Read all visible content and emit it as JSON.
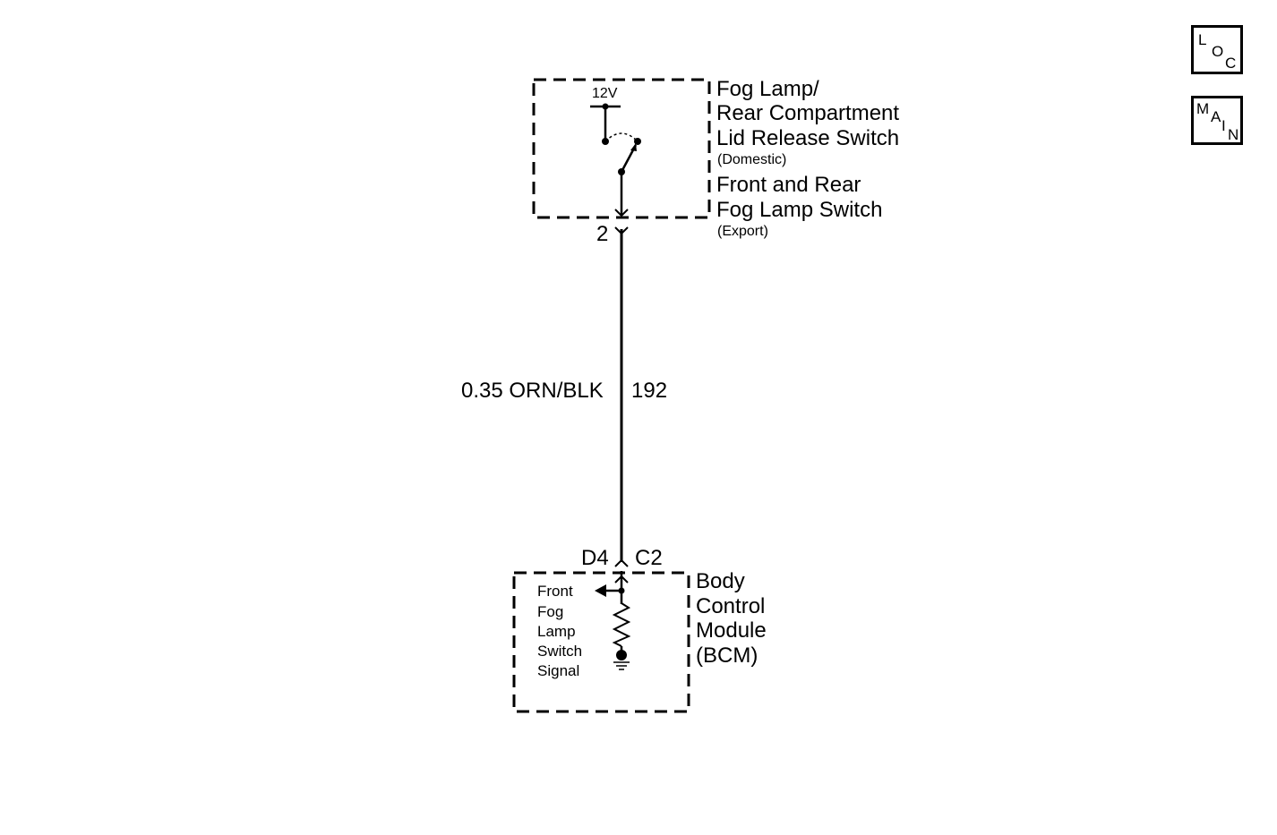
{
  "top_switch": {
    "voltage": "12V",
    "name_line1": "Fog Lamp/",
    "name_line2": "Rear Compartment",
    "name_line3": "Lid Release Switch",
    "variant1": "(Domestic)",
    "name_line4": "Front and Rear",
    "name_line5": "Fog Lamp Switch",
    "variant2": "(Export)",
    "pin": "2"
  },
  "wire": {
    "spec": "0.35 ORN/BLK",
    "circuit": "192"
  },
  "bcm": {
    "pin": "D4",
    "connector": "C2",
    "name_line1": "Body",
    "name_line2": "Control",
    "name_line3": "Module",
    "name_line4": "(BCM)",
    "signal_line1": "Front",
    "signal_line2": "Fog",
    "signal_line3": "Lamp",
    "signal_line4": "Switch",
    "signal_line5": "Signal"
  },
  "nav": {
    "loc": [
      "L",
      "O",
      "C"
    ],
    "main": [
      "M",
      "A",
      "I",
      "N"
    ]
  }
}
